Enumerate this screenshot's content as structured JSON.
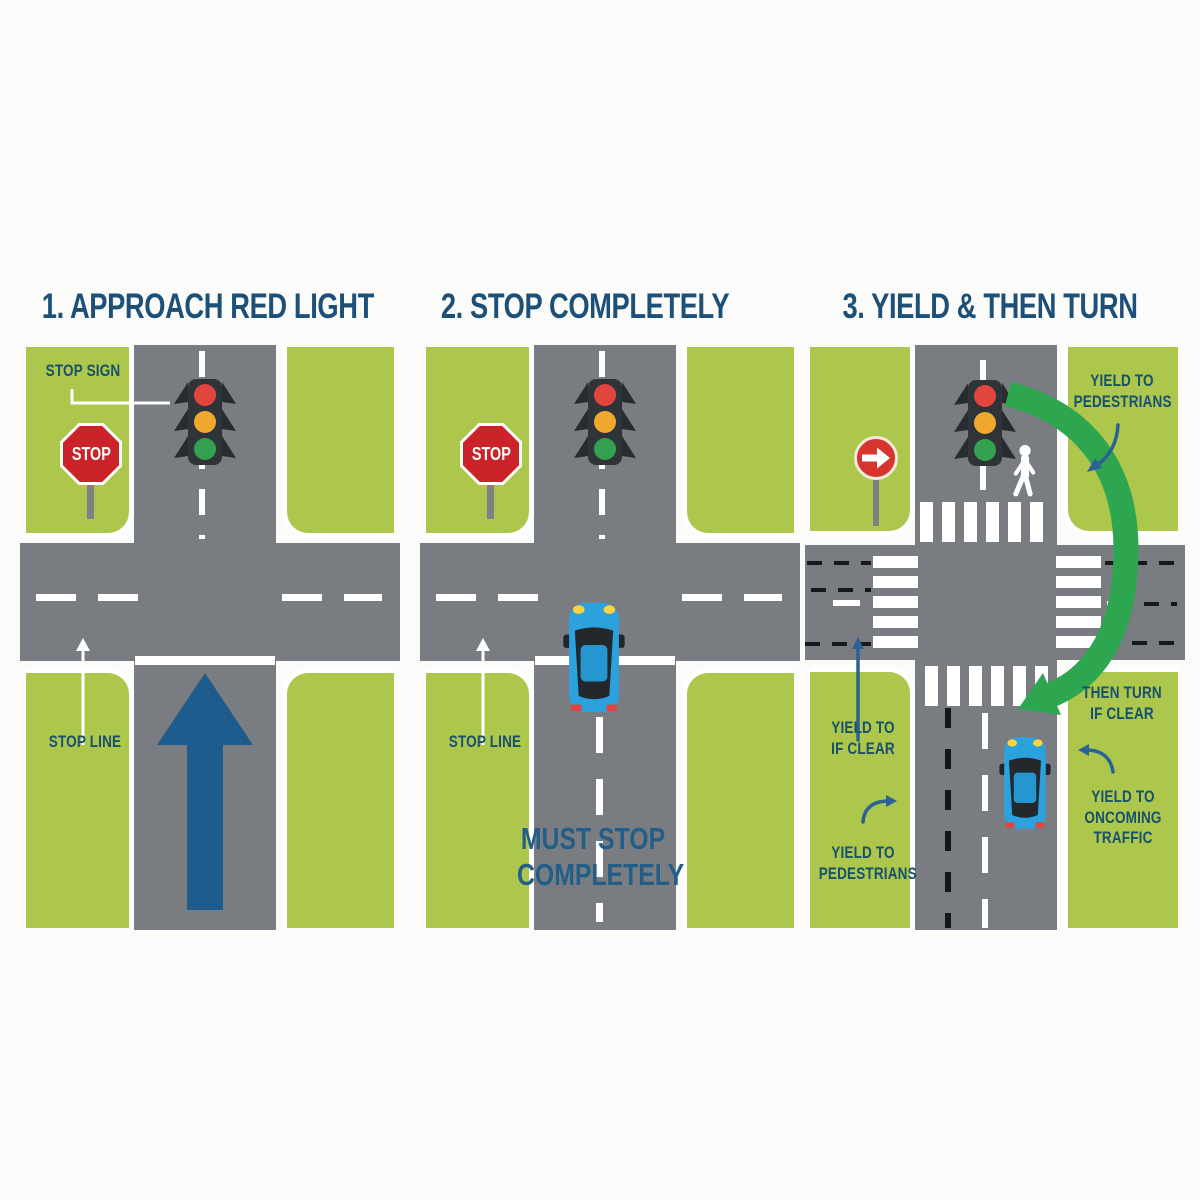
{
  "figure": "right-turn-on-red steps infographic",
  "colors": {
    "background": "#fbfbf9",
    "grass_green": "#adc74d",
    "road_gray": "#797d81",
    "title_blue": "#1c5078",
    "label_blue": "#17516b",
    "caption_blue": "#235e88",
    "big_arrow_blue": "#1e5c8d",
    "pointer_arrow_blue": "#2a6293",
    "turn_arrow_green": "#2ea54f",
    "sign_red": "#cb2328",
    "car_blue": "#2ba1dd",
    "signal_red": "#e2443e",
    "signal_yellow": "#f0a92d",
    "signal_green": "#35a150"
  },
  "panel1": {
    "title": "1. APPROACH RED LIGHT",
    "stop_sign_label": "STOP SIGN",
    "stop_line_label": "STOP LINE",
    "stop_sign_text": "STOP"
  },
  "panel2": {
    "title": "2. STOP COMPLETELY",
    "stop_line_label": "STOP LINE",
    "stop_sign_text": "STOP",
    "caption_line1": "MUST STOP",
    "caption_line2": "COMPLETELY"
  },
  "panel3": {
    "title": "3. YIELD & THEN TURN",
    "yield_ped_top_1": "YIELD TO",
    "yield_ped_top_2": "PEDESTRIANS",
    "yield_if_clear_1": "YIELD TO",
    "yield_if_clear_2": "IF CLEAR",
    "then_turn_1": "THEN TURN",
    "then_turn_2": "IF CLEAR",
    "yield_oncoming_1": "YIELD TO",
    "yield_oncoming_2": "ONCOMING",
    "yield_oncoming_3": "TRAFFIC",
    "yield_ped_bottom_1": "YIELD TO",
    "yield_ped_bottom_2": "PEDESTRIANS"
  }
}
